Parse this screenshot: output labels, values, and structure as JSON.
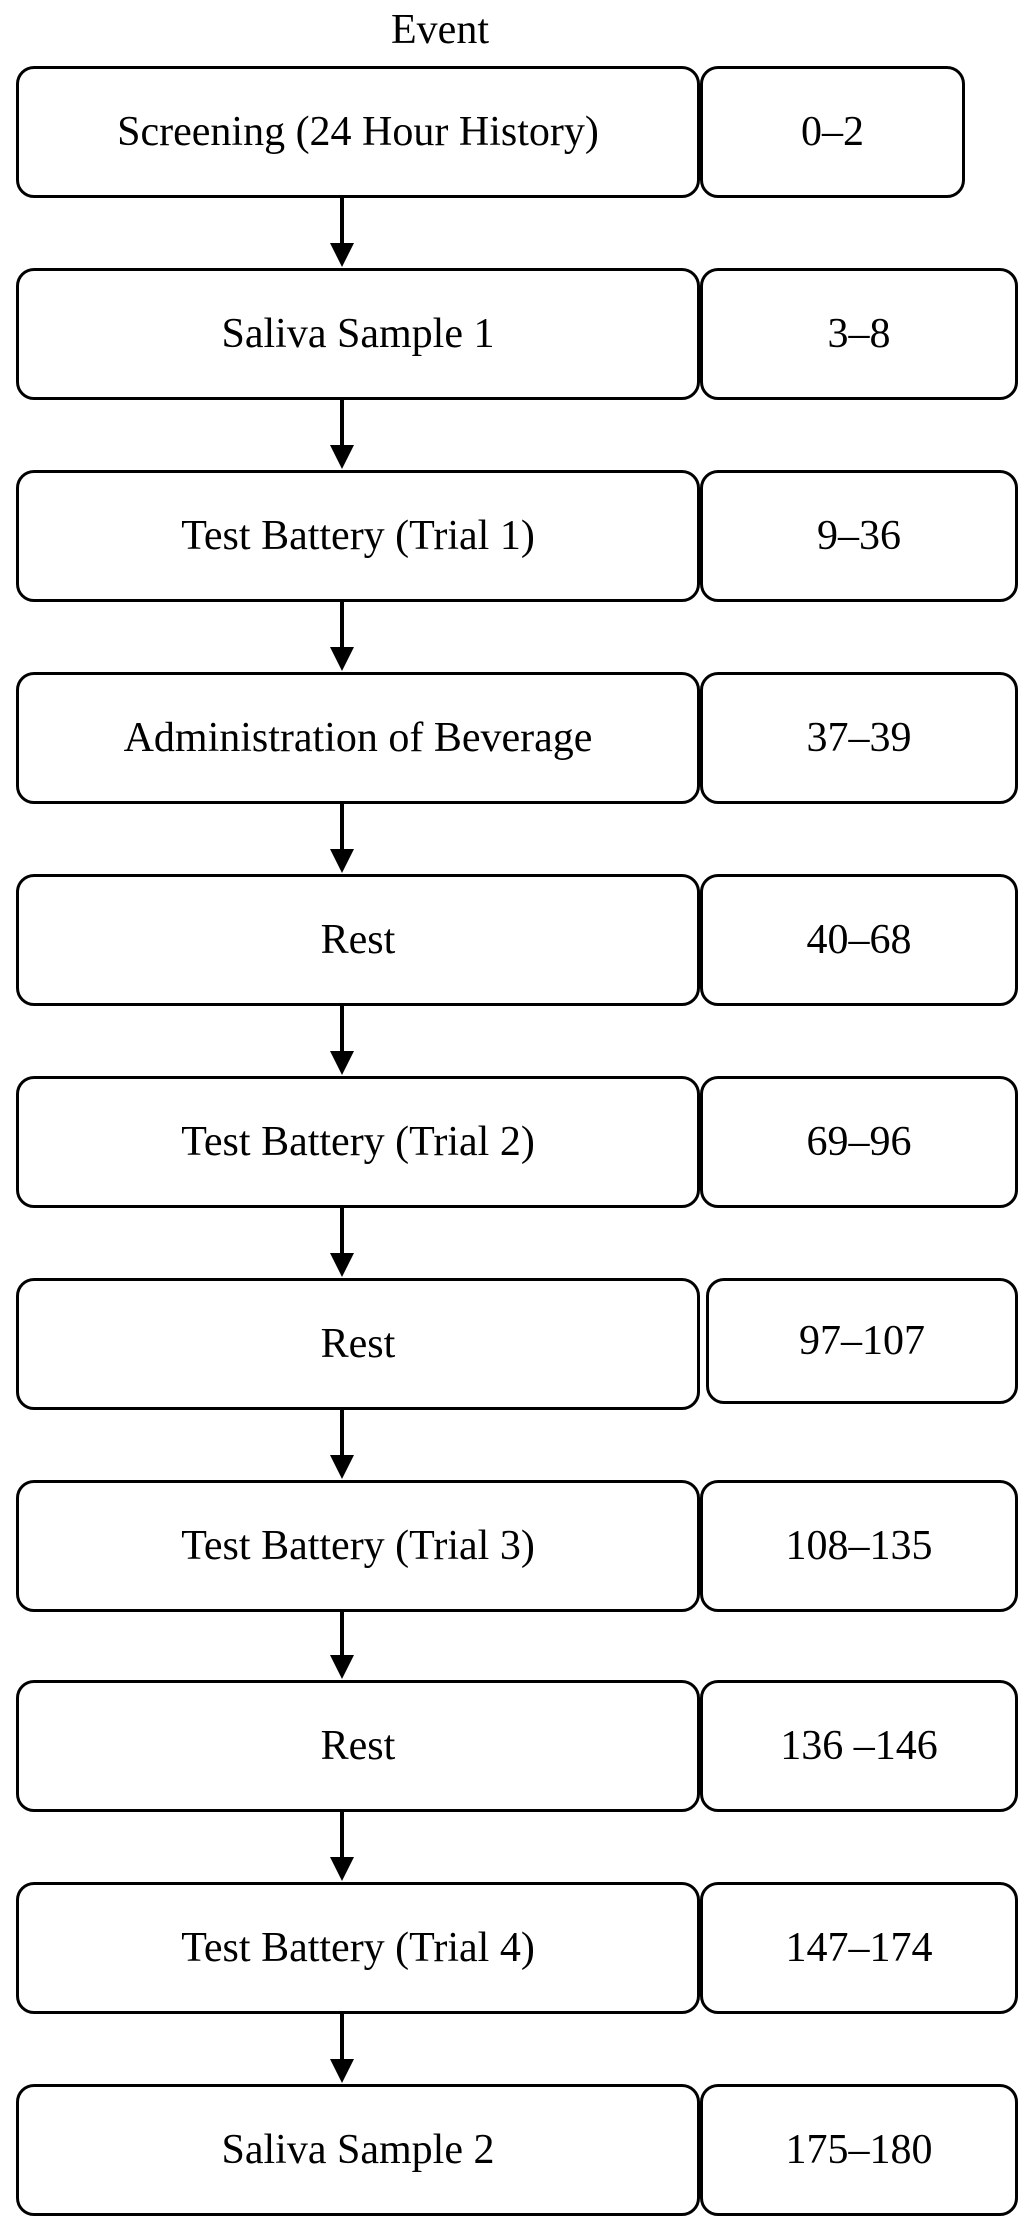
{
  "header": "Event",
  "steps": [
    {
      "event": "Screening (24 Hour History)",
      "time": "0–2"
    },
    {
      "event": "Saliva Sample 1",
      "time": "3–8"
    },
    {
      "event": "Test Battery (Trial 1)",
      "time": "9–36"
    },
    {
      "event": "Administration of Beverage",
      "time": "37–39"
    },
    {
      "event": "Rest",
      "time": "40–68"
    },
    {
      "event": "Test Battery (Trial 2)",
      "time": "69–96"
    },
    {
      "event": "Rest",
      "time": "97–107"
    },
    {
      "event": "Test Battery (Trial 3)",
      "time": "108–135"
    },
    {
      "event": "Rest",
      "time": "136 –146"
    },
    {
      "event": "Test Battery (Trial 4)",
      "time": "147–174"
    },
    {
      "event": "Saliva Sample 2",
      "time": "175–180"
    }
  ]
}
